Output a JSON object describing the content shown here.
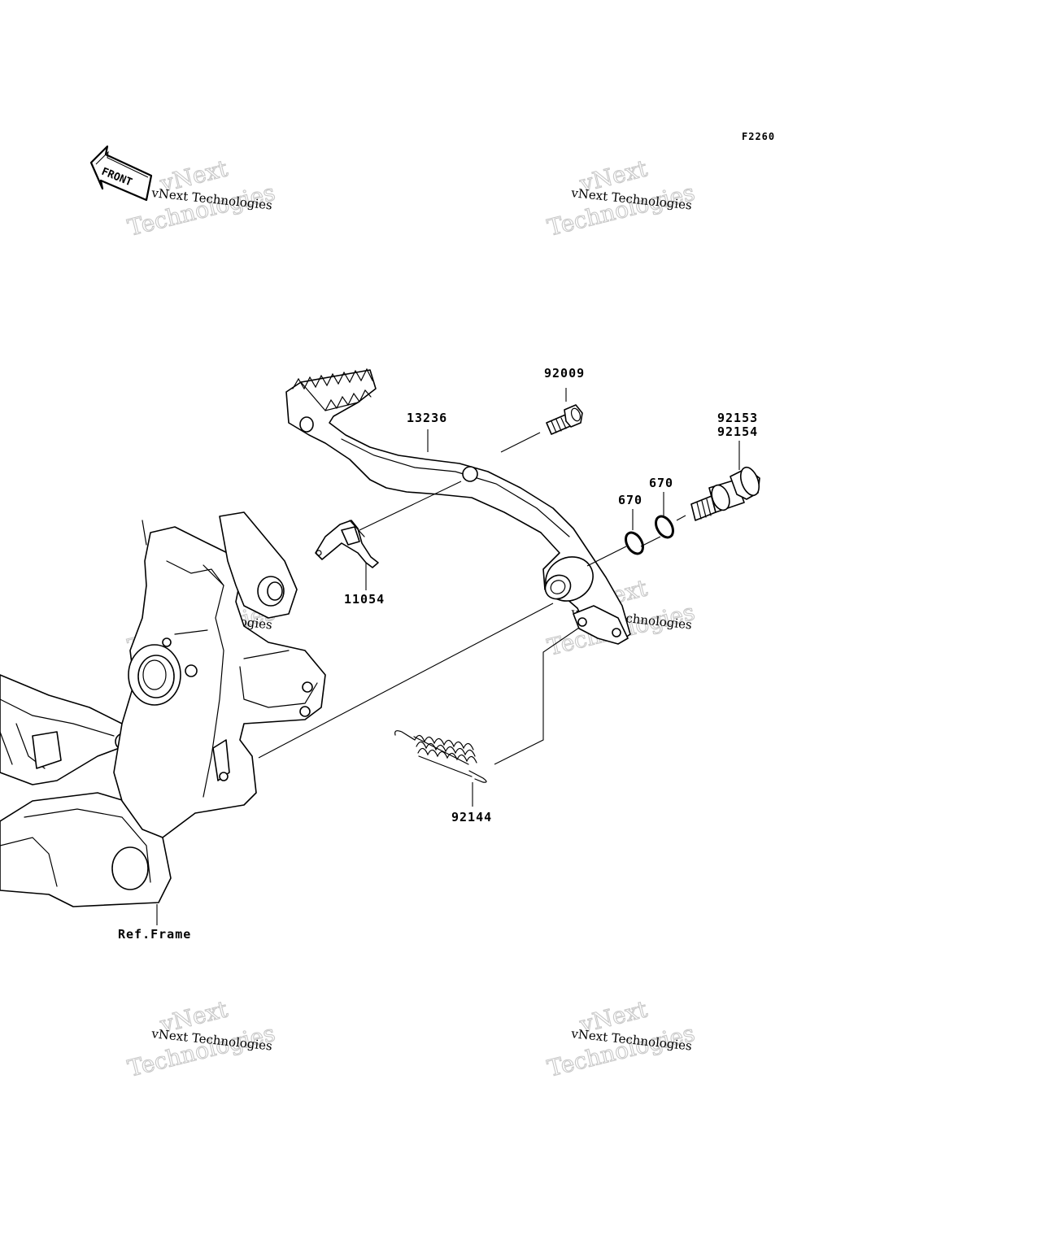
{
  "diagram_code": "F2260",
  "front_marker": "FRONT",
  "watermark": {
    "line_small": "vNext Technologies",
    "line_big_1": "vNext",
    "line_big_2": "Technologies"
  },
  "callouts": {
    "part_92009": "92009",
    "part_13236": "13236",
    "part_92153": "92153",
    "part_92154": "92154",
    "part_670_a": "670",
    "part_670_b": "670",
    "part_11054": "11054",
    "part_92144": "92144",
    "ref_frame": "Ref.Frame"
  }
}
